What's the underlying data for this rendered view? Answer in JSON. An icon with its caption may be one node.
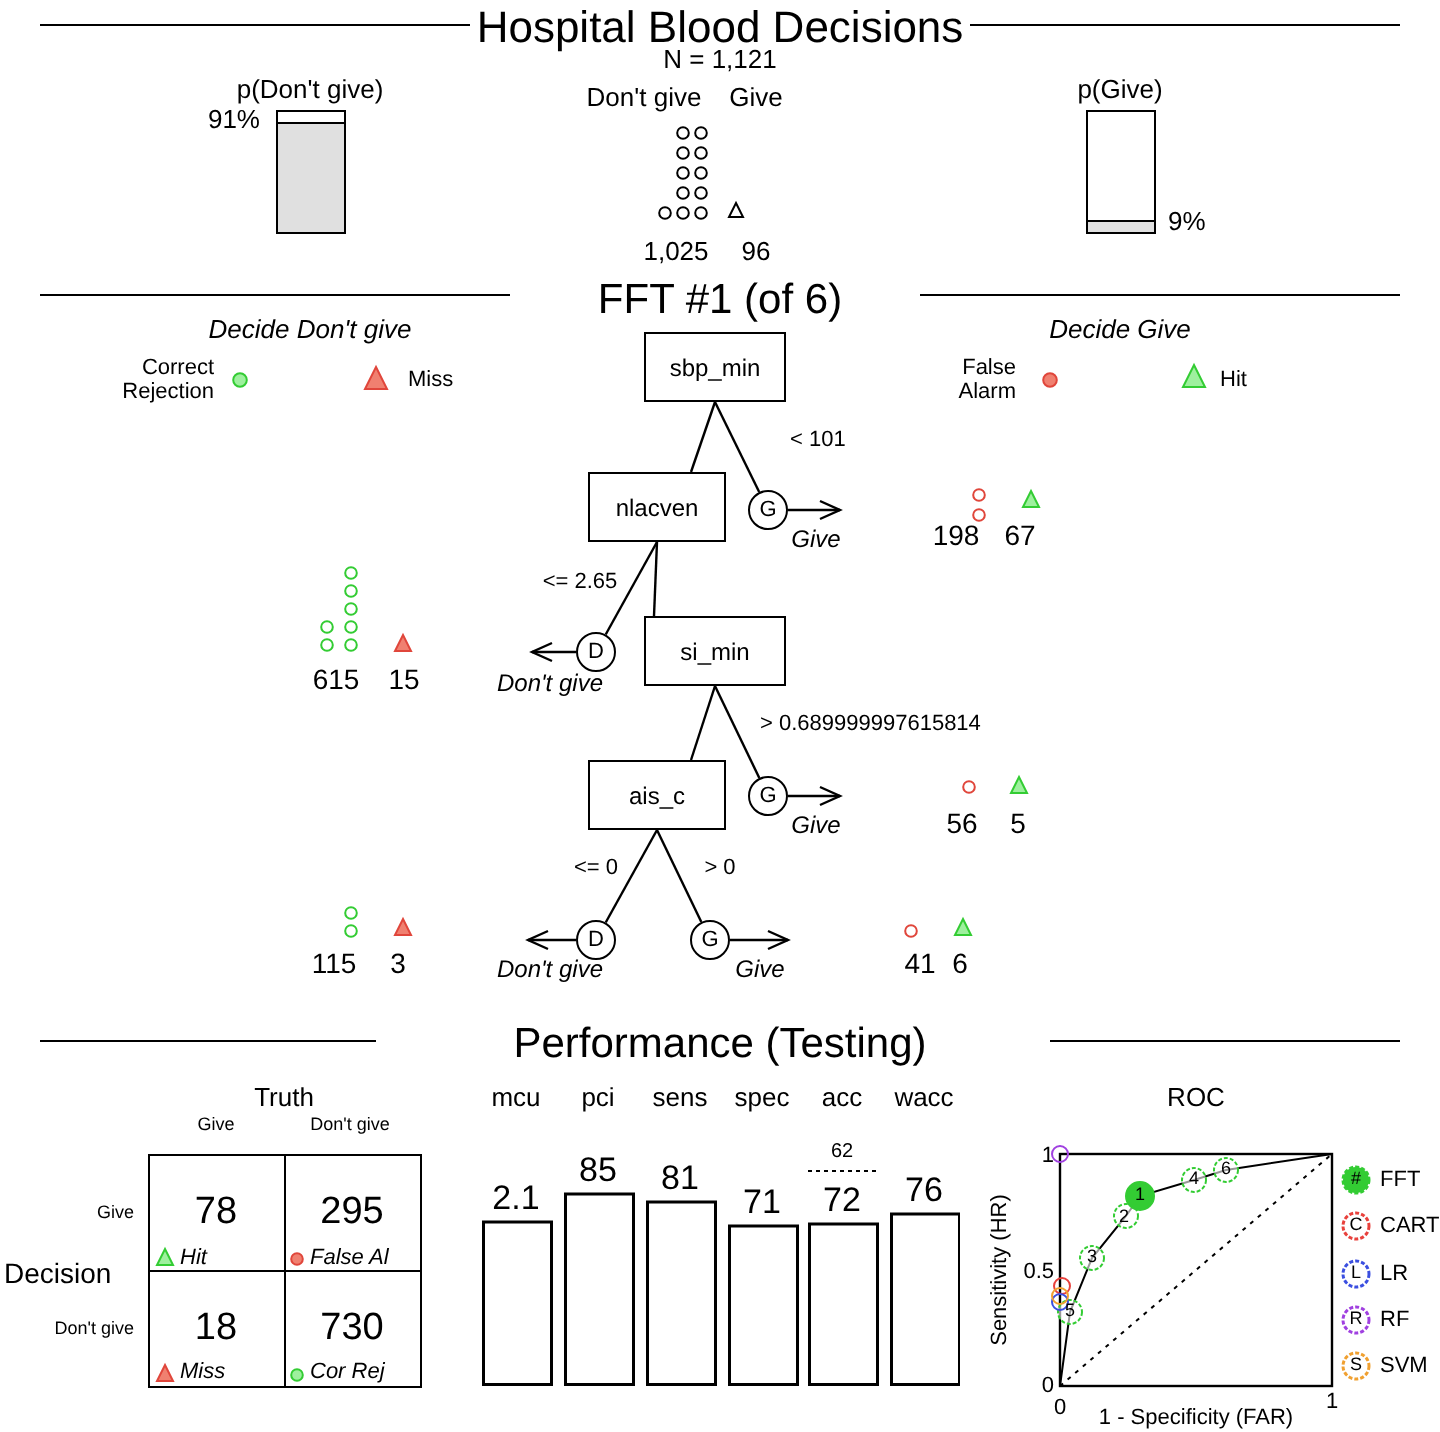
{
  "diagram": {
    "title": "Hospital Blood Decisions",
    "nodes": [
      {
        "text": [
          "sbp_min"
        ]
      },
      {
        "text": [
          "nlacven"
        ]
      },
      {
        "text": [
          "G"
        ],
        "beside": [
          "Give"
        ]
      },
      {
        "text": [
          "si_min"
        ]
      },
      {
        "text": [
          "D"
        ],
        "beside": [
          "Don't give"
        ]
      },
      {
        "text": [
          "ais_c"
        ]
      },
      {
        "text": [
          "G"
        ],
        "beside": [
          "Give"
        ]
      },
      {
        "text": [
          "D"
        ],
        "beside": [
          "Don't give"
        ]
      },
      {
        "text": [
          "G"
        ],
        "beside": [
          "Give"
        ]
      }
    ],
    "edges": [
      {
        "from": 0,
        "to": 1,
        "arrow": "none"
      },
      {
        "from": 0,
        "to": 2,
        "arrow": "none",
        "label": "< 101"
      },
      {
        "from": 2,
        "to": null,
        "arrow": "to"
      },
      {
        "from": 1,
        "to": 4,
        "arrow": "none",
        "label": "<= 2.65"
      },
      {
        "from": 1,
        "to": 3,
        "arrow": "none"
      },
      {
        "from": 4,
        "to": null,
        "arrow": "to"
      },
      {
        "from": 3,
        "to": 6,
        "arrow": "none",
        "label": "> 0.689999997615814"
      },
      {
        "from": 3,
        "to": 5,
        "arrow": "none"
      },
      {
        "from": 6,
        "to": null,
        "arrow": "to"
      },
      {
        "from": 5,
        "to": 7,
        "arrow": "none",
        "label": "<= 0"
      },
      {
        "from": 5,
        "to": 8,
        "arrow": "none",
        "label": "> 0"
      },
      {
        "from": 7,
        "to": null,
        "arrow": "to"
      },
      {
        "from": 8,
        "to": null,
        "arrow": "to"
      }
    ],
    "labels": [
      "N = 1,121",
      "p(Don't give)",
      "91%",
      "Don't give",
      "Give",
      "1,025",
      "96",
      "p(Give)",
      "9%",
      "FFT #1 (of 6)",
      "Decide Don't give",
      "Correct Rejection",
      "Miss",
      "Decide Give",
      "False Alarm",
      "Hit",
      "198",
      "67",
      "615",
      "15",
      "56",
      "5",
      "115",
      "3",
      "41",
      "6",
      "Performance (Testing)",
      "Truth",
      "Give",
      "Don't give",
      "Give",
      "78",
      "Hit",
      "295",
      "False Al",
      "Decision",
      "Don't give",
      "18",
      "Miss",
      "730",
      "Cor Rej",
      "62",
      "ROC",
      "1",
      "0.5",
      "0",
      "0",
      "1",
      "Sensitivity (HR)",
      "1 - Specificity (FAR)",
      "1",
      "2",
      "3",
      "4",
      "5",
      "6",
      "#",
      "C",
      "L",
      "R",
      "S",
      "mcu",
      "pci",
      "sens",
      "spec",
      "acc",
      "wacc",
      "2.1",
      "85",
      "81",
      "71",
      "72",
      "76"
    ],
    "legend": [
      {
        "text": "FFT",
        "color": "#33cc33"
      },
      {
        "text": "CART",
        "color": "#e8413c"
      },
      {
        "text": "LR",
        "color": "#3b4fe0"
      },
      {
        "text": "RF",
        "color": "#a040e0"
      },
      {
        "text": "SVM",
        "color": "#f0a030"
      }
    ]
  }
}
